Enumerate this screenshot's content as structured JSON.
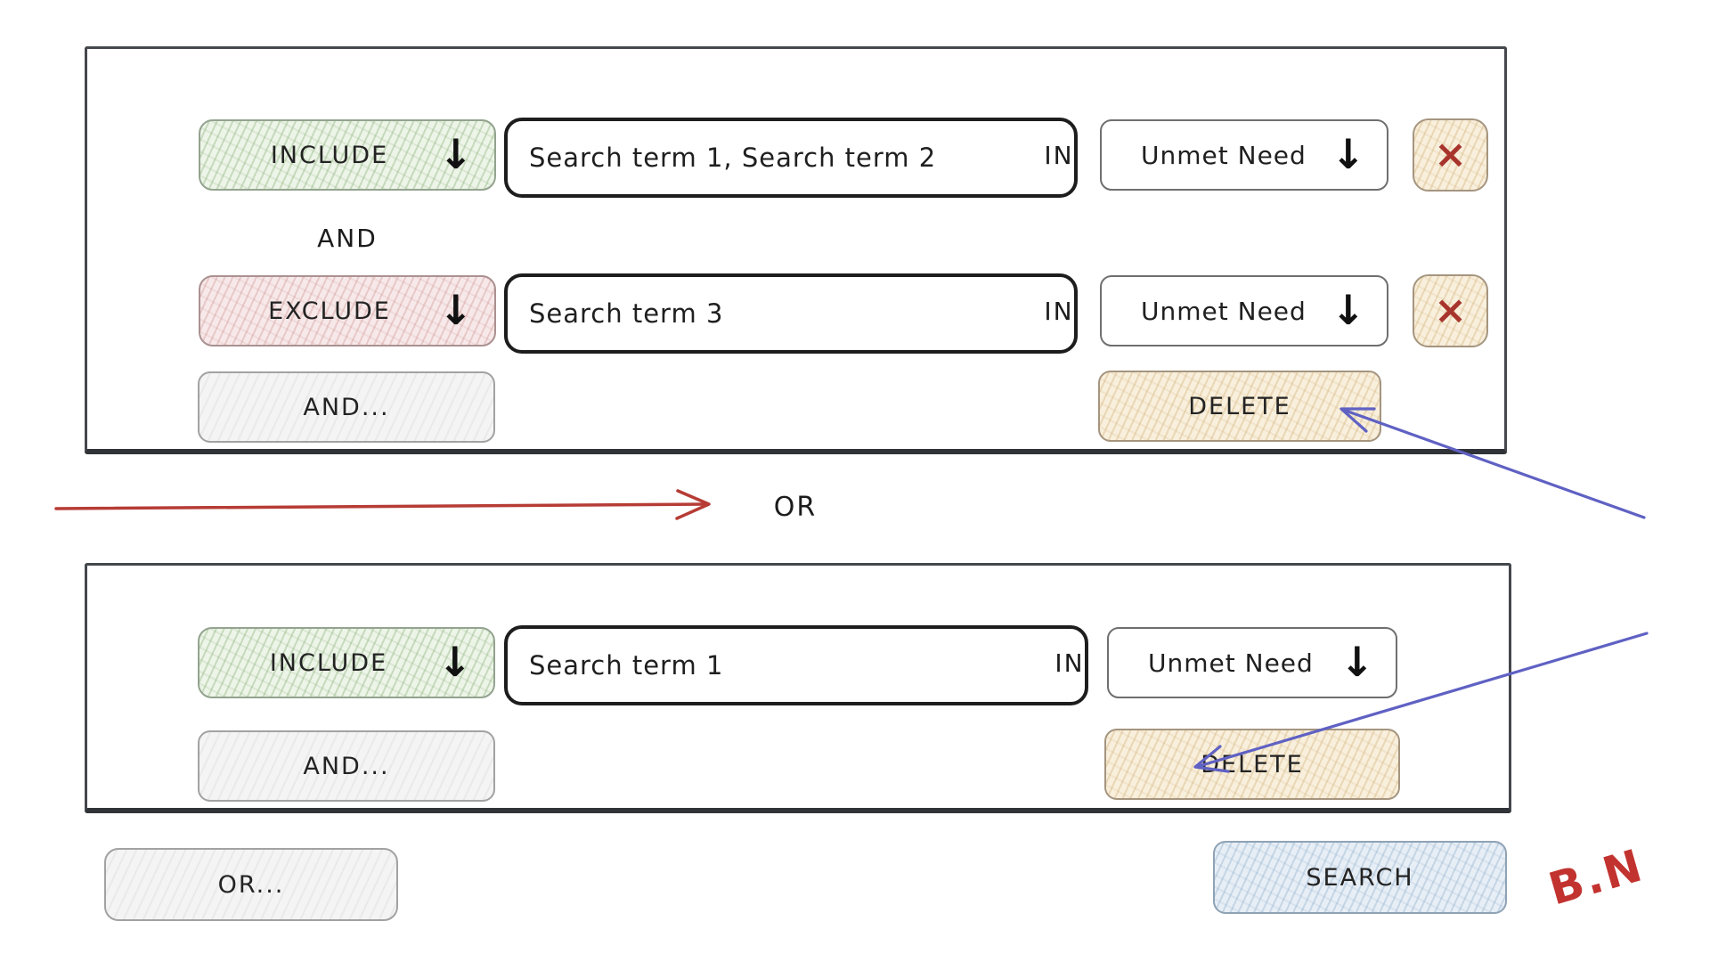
{
  "icons": {
    "dropdown_arrow": "↓",
    "remove_x": "×"
  },
  "groups": [
    {
      "rows": [
        {
          "mode_label": "INCLUDE",
          "terms_value": "Search term 1, Search term 2",
          "in_label": "IN",
          "field_value": "Unmet Need"
        },
        {
          "mode_label": "EXCLUDE",
          "terms_value": "Search term 3",
          "in_label": "IN",
          "field_value": "Unmet Need"
        }
      ],
      "and_connector_label": "AND",
      "add_condition_label": "AND...",
      "delete_label": "DELETE"
    },
    {
      "rows": [
        {
          "mode_label": "INCLUDE",
          "terms_value": "Search term 1",
          "in_label": "IN",
          "field_value": "Unmet Need"
        }
      ],
      "add_condition_label": "AND...",
      "delete_label": "DELETE"
    }
  ],
  "connector": {
    "or_label": "OR"
  },
  "footer": {
    "add_group_label": "OR...",
    "search_label": "SEARCH",
    "author_initials": "B.N"
  },
  "colors": {
    "include_green_fill": "#edf4e8",
    "exclude_pink_fill": "#f7e9e9",
    "delete_tan_fill": "#f8efdc",
    "neutral_gray_fill": "#f4f4f4",
    "search_blue_fill": "#e7eef5",
    "panel_border": "#44474c",
    "or_arrow_red": "#b63c35",
    "annotation_arrow_blue": "#5f61c3",
    "signature_red": "#c23330",
    "remove_x_red": "#a8352d"
  }
}
